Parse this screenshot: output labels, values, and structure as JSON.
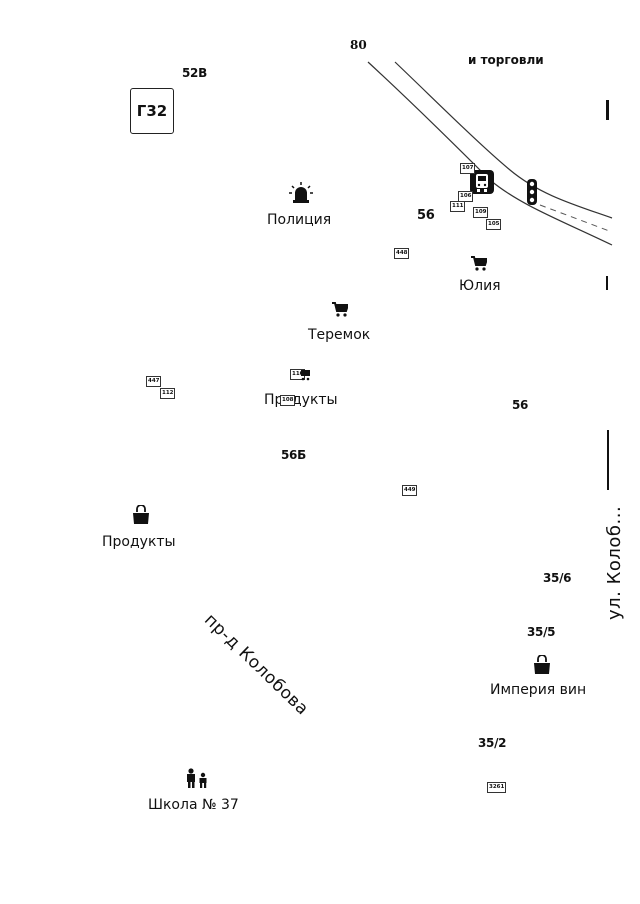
{
  "road_shield": "Г32",
  "top_number": "80",
  "top_fragment": "и торговли",
  "pois": {
    "police": "Полиция",
    "yulia": "Юлия",
    "teremok": "Теремок",
    "produkty_center": "Продукты",
    "produkty_left": "Продукты",
    "imperiya": "Империя вин",
    "school": "Школа № 37"
  },
  "house_numbers": {
    "h52v": "52В",
    "h56_top": "56",
    "h56_right": "56",
    "h56b": "56Б",
    "h35_6": "35/6",
    "h35_5": "35/5",
    "h35_2": "35/2"
  },
  "streets": {
    "kolobova_pr": "пр-д Колобова",
    "kolobova_ul": "ул. Колоб..."
  },
  "small_boxes": {
    "b107": "107",
    "b106": "106",
    "b111": "111",
    "b109": "109",
    "b105": "105",
    "b448": "448",
    "b110": "110",
    "b108": "108",
    "b447": "447",
    "b112": "112",
    "b449": "449",
    "b3261": "3261"
  },
  "icons": {
    "police": "police-siren-icon",
    "shop_cart": "shopping-cart-icon",
    "shop_bag": "shopping-bag-icon",
    "school": "children-icon",
    "bus_stop": "bus-stop-icon",
    "traffic_light": "traffic-light-icon"
  },
  "colors": {
    "ink": "#111111",
    "road": "#333333",
    "background": "#ffffff"
  }
}
